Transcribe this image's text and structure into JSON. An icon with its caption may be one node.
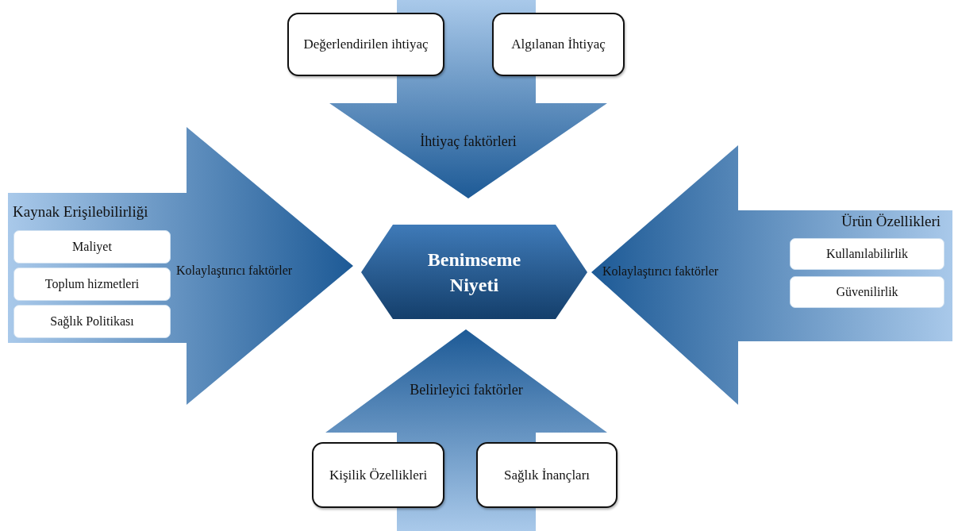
{
  "diagram": {
    "nodes": [
      {
        "text": [
          "İhtiyaç faktörleri"
        ]
      },
      {
        "text": [
          "Değerlendirilen ihtiyaç"
        ]
      },
      {
        "text": [
          "Algılanan İhtiyaç"
        ]
      },
      {
        "text": [
          "Kaynak Erişilebilirliği",
          "Kolaylaştırıcı faktörler"
        ]
      },
      {
        "text": [
          "Maliyet"
        ],
        "in": 3
      },
      {
        "text": [
          "Toplum hizmetleri"
        ],
        "in": 3
      },
      {
        "text": [
          "Sağlık Politikası"
        ],
        "in": 3
      },
      {
        "text": [
          "Benimseme Niyeti"
        ]
      },
      {
        "text": [
          "Ürün Özellikleri",
          "Kolaylaştırıcı faktörler"
        ]
      },
      {
        "text": [
          "Kullanılabilirlik"
        ],
        "in": 8
      },
      {
        "text": [
          "Güvenilirlik"
        ],
        "in": 8
      },
      {
        "text": [
          "Belirleyici faktörler"
        ]
      },
      {
        "text": [
          "Kişilik Özellikleri"
        ]
      },
      {
        "text": [
          "Sağlık İnançları"
        ]
      }
    ]
  }
}
